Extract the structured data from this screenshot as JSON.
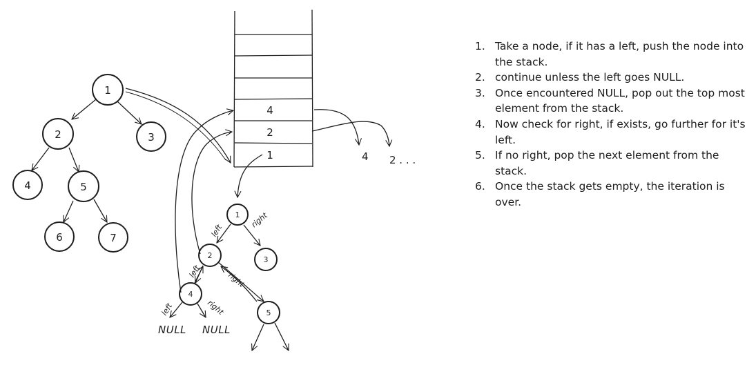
{
  "tree_left": {
    "nodes": [
      "1",
      "2",
      "3",
      "4",
      "5",
      "6",
      "7"
    ]
  },
  "stack": {
    "items": [
      "4",
      "2",
      "1"
    ],
    "popped": [
      "4",
      "2 . . ."
    ]
  },
  "tree_walk": {
    "nodes": [
      "1",
      "2",
      "3",
      "4",
      "5"
    ],
    "edge_labels": {
      "left": "left",
      "right": "right"
    },
    "null_label": "NULL"
  },
  "steps": [
    {
      "num": "1.",
      "text": "Take a node, if it has a left, push the node into the stack."
    },
    {
      "num": "2.",
      "text": "continue unless the left goes NULL."
    },
    {
      "num": "3.",
      "text": "Once encountered NULL, pop out the top most element from the stack."
    },
    {
      "num": "4.",
      "text": "Now check for right, if exists, go further for it's left."
    },
    {
      "num": "5.",
      "text": "If no right, pop the next element from the stack."
    },
    {
      "num": "6.",
      "text": "Once the stack gets empty, the iteration is over."
    }
  ]
}
